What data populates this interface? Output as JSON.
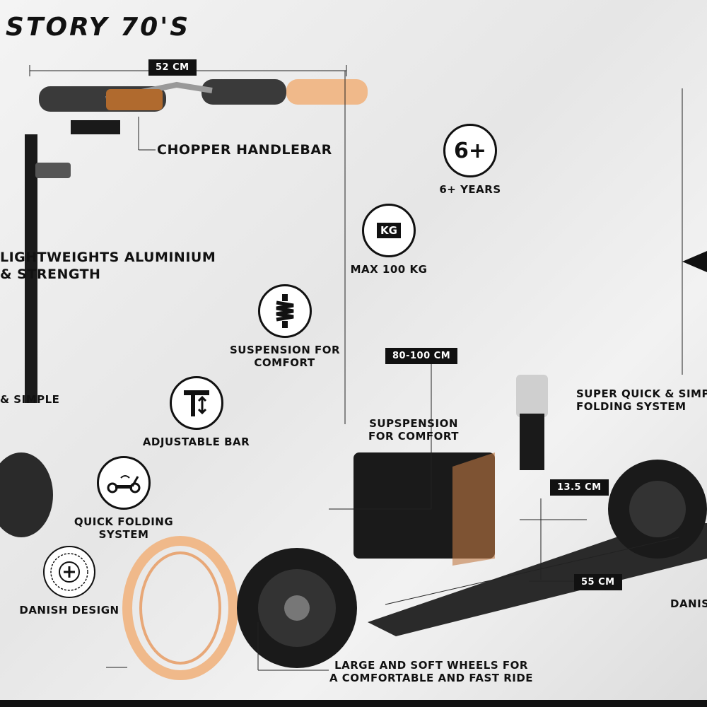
{
  "title": "STORY 70'S",
  "dimensions": {
    "width_tag": "52 CM",
    "height_tag": "80-100 CM",
    "deck_height_tag": "13.5 CM",
    "deck_length_tag": "55 CM"
  },
  "callouts": {
    "handlebar": "CHOPPER HANDLEBAR",
    "aluminium_line1": "LIGHTWEIGHTS ALUMINIUM",
    "aluminium_line2": "& STRENGTH",
    "simple_partial": "& SIMPLE",
    "folding_line1": "SUPER QUICK & SIMPLE",
    "folding_line2": "FOLDING SYSTEM",
    "suspension_line1": "SUPSPENSION",
    "suspension_line2": "FOR COMFORT",
    "wheels_line1": "LARGE AND SOFT WHEELS FOR",
    "wheels_line2": "A COMFORTABLE AND FAST RIDE",
    "danish_partial": "DANISH"
  },
  "features": [
    {
      "icon": "age-6-plus-icon",
      "icon_text": "6+",
      "label": "6+ YEARS"
    },
    {
      "icon": "max-weight-icon",
      "icon_text": "KG",
      "label": "MAX 100 KG"
    },
    {
      "icon": "suspension-icon",
      "label_line1": "SUSPENSION FOR",
      "label_line2": "COMFORT"
    },
    {
      "icon": "adjustable-bar-icon",
      "label": "ADJUSTABLE BAR"
    },
    {
      "icon": "quick-folding-icon",
      "label_line1": "QUICK FOLDING",
      "label_line2": "SYSTEM"
    },
    {
      "icon": "danish-design-seal-icon",
      "label": "DANISH DESIGN"
    }
  ],
  "colors": {
    "accent": "#f0b98a",
    "dark": "#111111",
    "frame": "#1a1a1a"
  }
}
